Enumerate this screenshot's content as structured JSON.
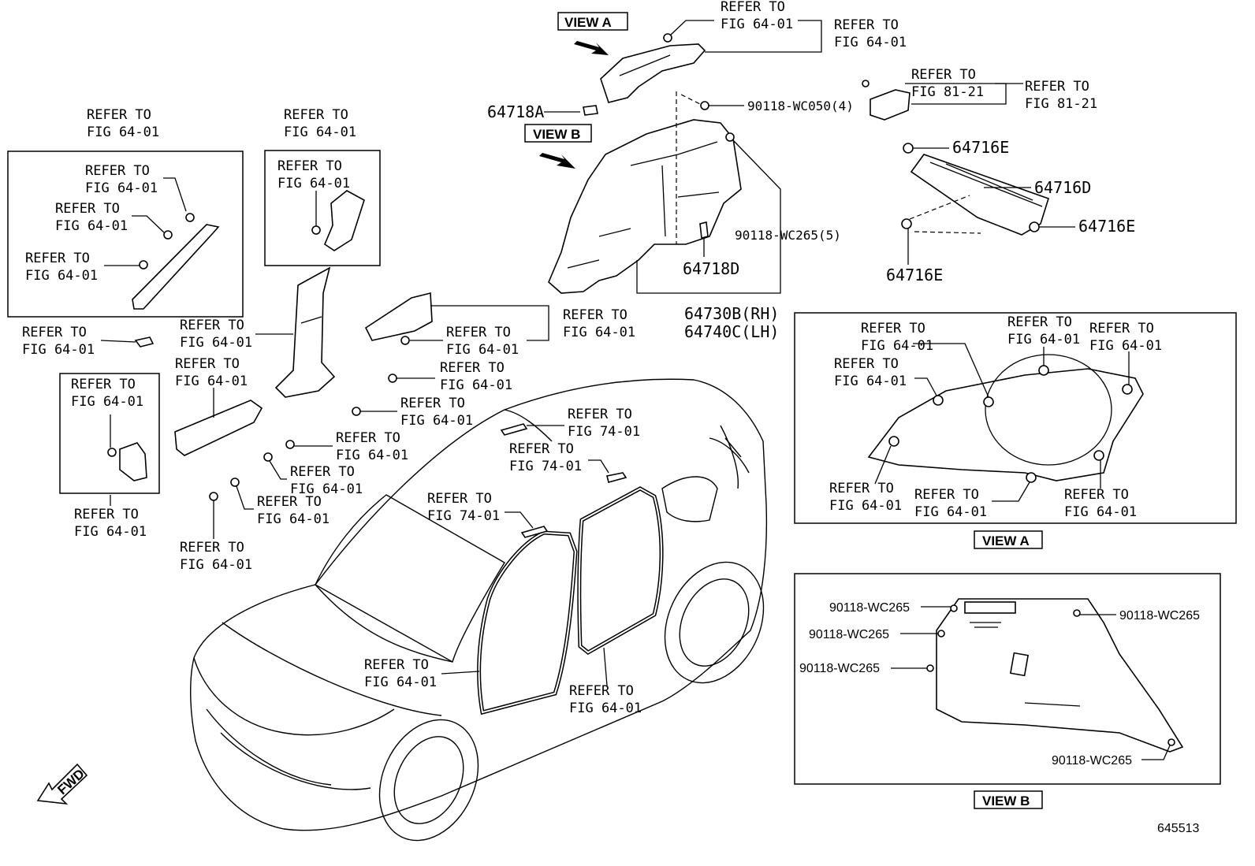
{
  "refer": {
    "fig6401": [
      "REFER TO",
      "FIG 64-01"
    ],
    "fig7401": [
      "REFER TO",
      "FIG 74-01"
    ],
    "fig8121": [
      "REFER TO",
      "FIG 81-21"
    ]
  },
  "views": {
    "a": "VIEW A",
    "b": "VIEW B"
  },
  "parts": {
    "p64718A": "64718A",
    "p90118_wc050": "90118-WC050(4)",
    "p64716E": "64716E",
    "p64716D": "64716D",
    "p90118_wc265_5": "90118-WC265(5)",
    "p64718D": "64718D",
    "p64730B": "64730B(RH)",
    "p64740C": "64740C(LH)",
    "p90118_wc265": "90118-WC265"
  },
  "fwd": "FWD",
  "diagram_code": "645513"
}
